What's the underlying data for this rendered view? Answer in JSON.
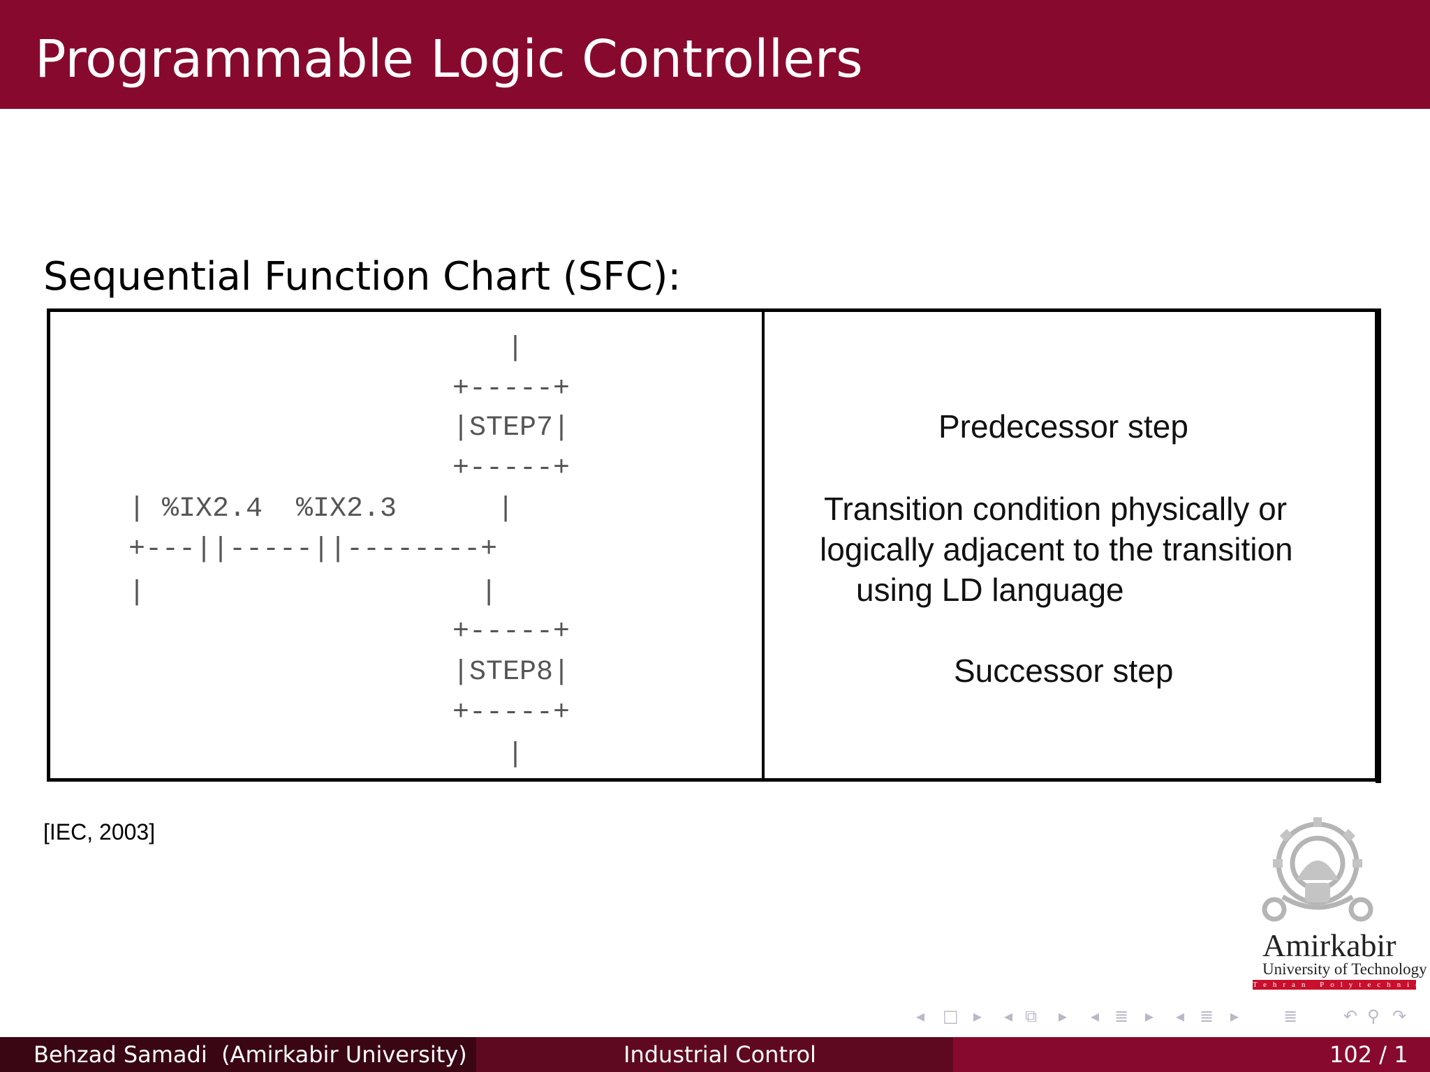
{
  "header": {
    "title": "Programmable Logic Controllers"
  },
  "section": {
    "heading": "Sequential Function Chart (SFC):"
  },
  "sfc": {
    "ascii_lines": [
      "|",
      "+-----+",
      "|STEP7|",
      "+-----+",
      "| %IX2.4  %IX2.3      |",
      "+---||-----||--------+",
      "|                    |",
      "+-----+",
      "|STEP8|",
      "+-----+",
      "|"
    ],
    "descriptions": {
      "predecessor": "Predecessor step",
      "transition_line1": "Transition condition physically or",
      "transition_line2": "logically adjacent to the transition",
      "transition_line3": "using LD language",
      "successor": "Successor step"
    }
  },
  "citation": "[IEC, 2003]",
  "logo": {
    "name": "Amirkabir",
    "subtitle": "University of Technology",
    "band": "Tehran Polytechnic"
  },
  "footer": {
    "author": "Behzad Samadi  (Amirkabir University)",
    "course": "Industrial Control",
    "page": "102 / 1"
  },
  "colors": {
    "header_bg": "#870a2e",
    "footer_left": "#3a0614",
    "footer_mid": "#5f0920",
    "footer_right": "#870a2e"
  }
}
